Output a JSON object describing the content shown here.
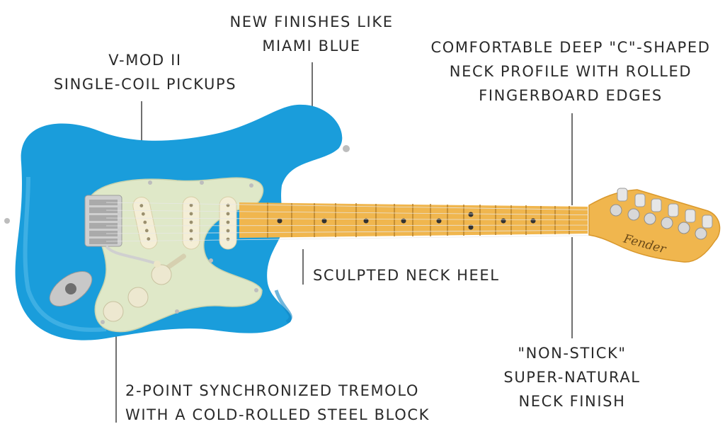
{
  "callouts": {
    "finishes": {
      "line1": "NEW FINISHES LIKE",
      "line2": "MIAMI BLUE"
    },
    "pickups": {
      "line1": "V-MOD II",
      "line2": "SINGLE-COIL PICKUPS"
    },
    "neck_profile": {
      "line1": "COMFORTABLE DEEP \"C\"-SHAPED",
      "line2": "NECK PROFILE WITH ROLLED",
      "line3": "FINGERBOARD EDGES"
    },
    "neck_heel": {
      "line1": "SCULPTED NECK HEEL"
    },
    "neck_finish": {
      "line1": "\"NON-STICK\"",
      "line2": "SUPER-NATURAL",
      "line3": "NECK FINISH"
    },
    "tremolo": {
      "line1": "2-POINT SYNCHRONIZED TREMOLO",
      "line2": "WITH A COLD-ROLLED STEEL BLOCK"
    }
  },
  "headstock_logo": "Fender",
  "colors": {
    "body": "#1a9ddb",
    "body_shade": "#0f86c4",
    "pickguard": "#dfe8c8",
    "maple": "#f0b64e",
    "maple_dark": "#d9982c",
    "pickup_cover": "#f4eed6",
    "hardware": "#c8c8c8",
    "leader_line": "#333333"
  }
}
